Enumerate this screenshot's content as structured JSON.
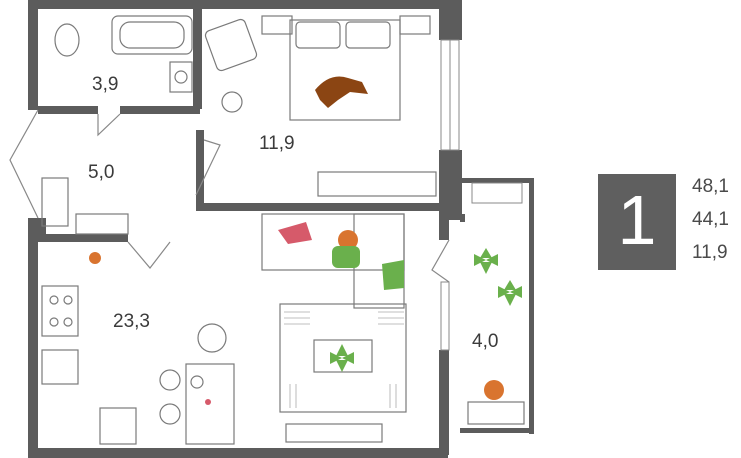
{
  "colors": {
    "wall": "#5c5c5c",
    "furniture": "#7a7a7a",
    "green": "#6ab04c",
    "orange": "#d9742f",
    "pink": "#d65a6a",
    "dog": "#8b4513",
    "badge": "#5f5f5f"
  },
  "rooms": {
    "bathroom": "3,9",
    "bedroom": "11,9",
    "hallway": "5,0",
    "living": "23,3",
    "balcony": "4,0"
  },
  "badge": {
    "rooms_count": "1"
  },
  "areas": {
    "total": "48,1",
    "living": "44,1",
    "kitchen": "11,9"
  }
}
